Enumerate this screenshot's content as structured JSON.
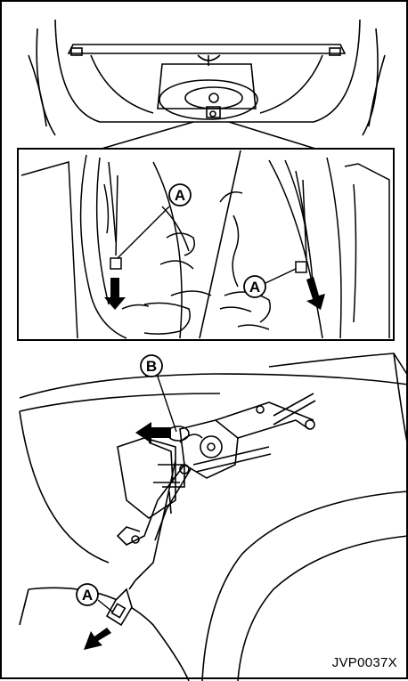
{
  "labels": {
    "callout_a": "A",
    "callout_b": "B"
  },
  "figure_code": "JVP0037X"
}
